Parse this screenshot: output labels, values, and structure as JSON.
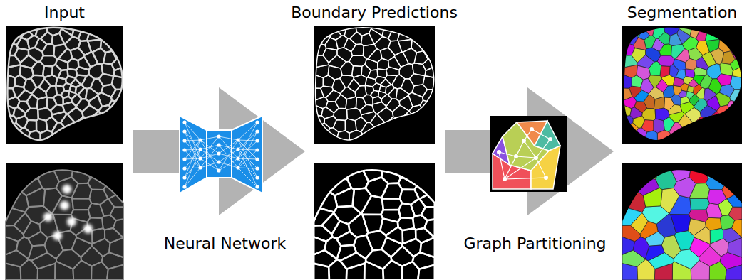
{
  "diagram": {
    "nodes": [
      {
        "text": [
          "Input"
        ]
      },
      {
        "text": [
          "Boundary Predictions"
        ]
      },
      {
        "text": [
          "Segmentation"
        ]
      }
    ],
    "edges": [
      {
        "from": 0,
        "to": 1,
        "arrow": "to",
        "label": "Neural Network"
      },
      {
        "from": 1,
        "to": 2,
        "arrow": "to",
        "label": "Graph Partitioning"
      }
    ]
  }
}
